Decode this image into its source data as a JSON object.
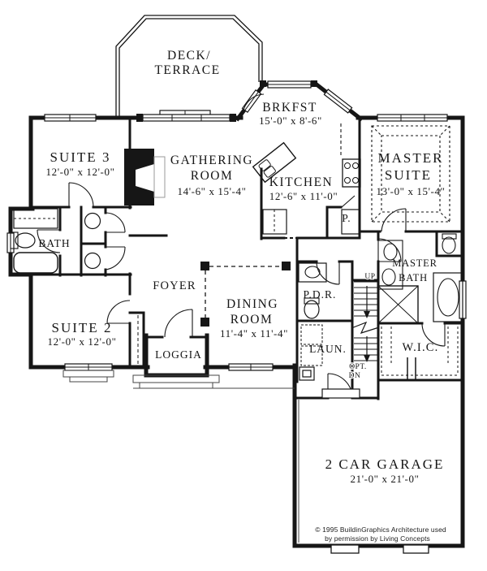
{
  "colors": {
    "ink": "#161616",
    "background": "#ffffff"
  },
  "rooms": {
    "deck": {
      "line1": "DECK/",
      "line2": "TERRACE"
    },
    "brkfst": {
      "name": "BRKFST",
      "dims": "15'-0\" x 8'-6\""
    },
    "suite3": {
      "name": "SUITE 3",
      "dims": "12'-0\" x 12'-0\""
    },
    "gathering": {
      "line1": "GATHERING",
      "line2": "ROOM",
      "dims": "14'-6\" x 15'-4\""
    },
    "kitchen": {
      "name": "KITCHEN",
      "dims": "12'-6\" x 11'-0\""
    },
    "master_suite": {
      "line1": "MASTER",
      "line2": "SUITE",
      "dims": "13'-0\" x 15'-4\""
    },
    "bath": {
      "name": "BATH"
    },
    "foyer": {
      "name": "FOYER"
    },
    "suite2": {
      "name": "SUITE 2",
      "dims": "12'-0\" x 12'-0\""
    },
    "dining": {
      "line1": "DINING",
      "line2": "ROOM",
      "dims": "11'-4\" x 11'-4\""
    },
    "loggia": {
      "name": "LOGGIA"
    },
    "pdr": {
      "name": "P.D.R."
    },
    "laundry": {
      "name": "LAUN."
    },
    "master_bath": {
      "line1": "MASTER",
      "line2": "BATH"
    },
    "wic": {
      "name": "W.I.C."
    },
    "pantry": {
      "name": "P."
    },
    "garage": {
      "name": "2 CAR GARAGE",
      "dims": "21'-0\" x 21'-0\""
    }
  },
  "stairs": {
    "up": "UP",
    "opt": "OPT.",
    "dn": "DN"
  },
  "copyright": {
    "line1": "© 1995 BuildinGraphics Architecture used",
    "line2": "by permission by Living Concepts"
  }
}
